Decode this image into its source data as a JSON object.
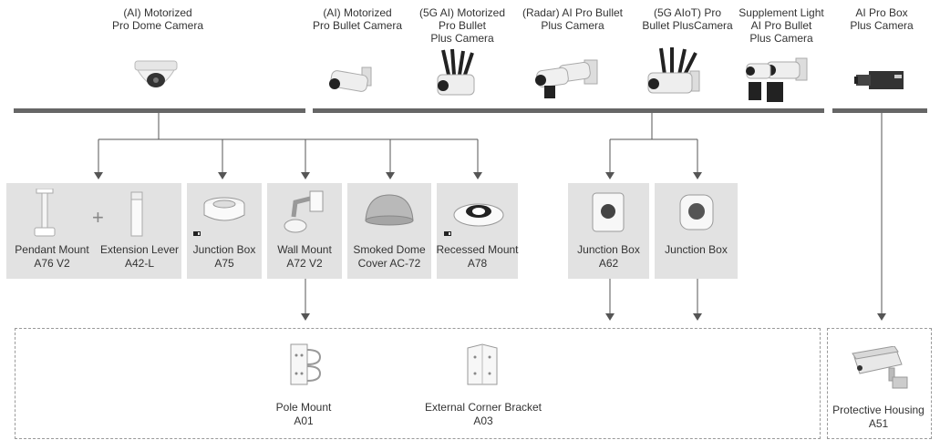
{
  "cameras": [
    {
      "id": "dome",
      "title": "(AI) Motorized\nPro Dome Camera",
      "icon": "dome-camera"
    },
    {
      "id": "bullet",
      "title": "(AI) Motorized\nPro Bullet Camera",
      "icon": "bullet-camera"
    },
    {
      "id": "5g",
      "title": "(5G AI) Motorized\nPro Bullet\nPlus Camera",
      "icon": "5g-bullet-camera"
    },
    {
      "id": "radar",
      "title": "(Radar) AI Pro Bullet\nPlus Camera",
      "icon": "radar-bullet-camera"
    },
    {
      "id": "5galot",
      "title": "(5G AIoT) Pro\nBullet PlusCamera",
      "icon": "5g-aiot-bullet-camera"
    },
    {
      "id": "supp",
      "title": "Supplement Light\nAI Pro Bullet\nPlus Camera",
      "icon": "supplement-light-camera"
    },
    {
      "id": "box",
      "title": "AI Pro Box\nPlus Camera",
      "icon": "box-camera"
    }
  ],
  "accessories": [
    {
      "id": "pendant",
      "label": "Pendant Mount\nA76 V2",
      "icon": "pendant-mount"
    },
    {
      "id": "extension",
      "label": "Extension Lever\nA42-L",
      "icon": "extension-lever"
    },
    {
      "id": "jb75",
      "label": "Junction Box\nA75",
      "icon": "junction-box"
    },
    {
      "id": "wall",
      "label": "Wall Mount\nA72 V2",
      "icon": "wall-mount"
    },
    {
      "id": "smoked",
      "label": "Smoked Dome\nCover AC-72",
      "icon": "smoked-dome-cover"
    },
    {
      "id": "recessed",
      "label": "Recessed Mount\nA78",
      "icon": "recessed-mount"
    },
    {
      "id": "jb62",
      "label": "Junction Box\nA62",
      "icon": "junction-box"
    },
    {
      "id": "jb",
      "label": "Junction Box",
      "icon": "junction-box"
    }
  ],
  "plus_sign": "+",
  "mounts": [
    {
      "id": "pole",
      "label": "Pole Mount\nA01",
      "icon": "pole-mount"
    },
    {
      "id": "corner",
      "label": "External Corner Bracket\nA03",
      "icon": "corner-bracket"
    },
    {
      "id": "housing",
      "label": "Protective Housing\nA51",
      "icon": "protective-housing"
    }
  ],
  "colors": {
    "bar": "#666666",
    "line": "#555555",
    "box": "#e2e2e2",
    "dash": "#999999"
  }
}
